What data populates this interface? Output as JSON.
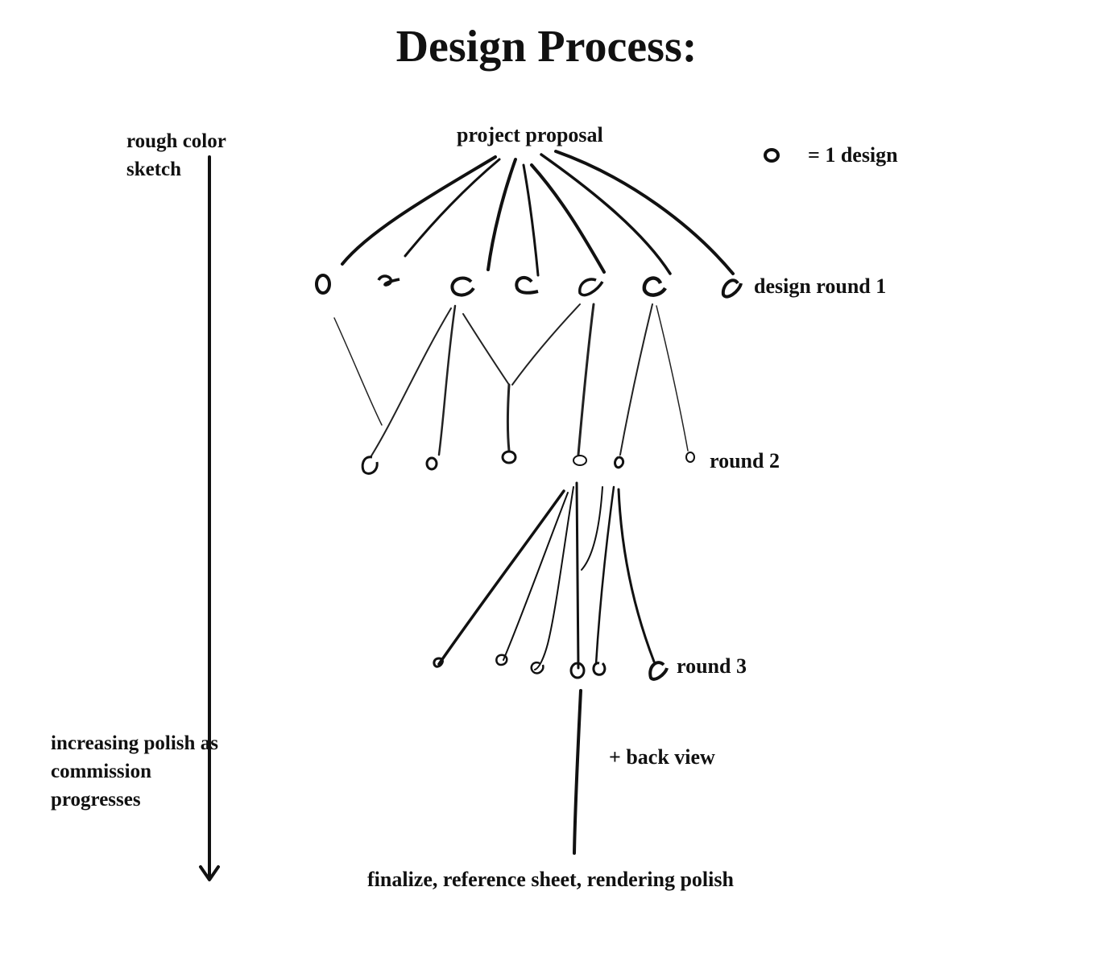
{
  "title": "Design Process:",
  "side_labels": {
    "top": "rough color sketch",
    "bottom": "increasing polish as commission progresses"
  },
  "legend": {
    "text": "= 1 design",
    "icon": "circle-icon"
  },
  "nodes": {
    "proposal": "project proposal",
    "round1": "design round 1",
    "round2": "round 2",
    "round3": "round 3",
    "back_view": "+ back view",
    "final": "finalize, reference sheet, rendering polish"
  },
  "colors": {
    "ink": "#111111",
    "background": "#ffffff"
  }
}
